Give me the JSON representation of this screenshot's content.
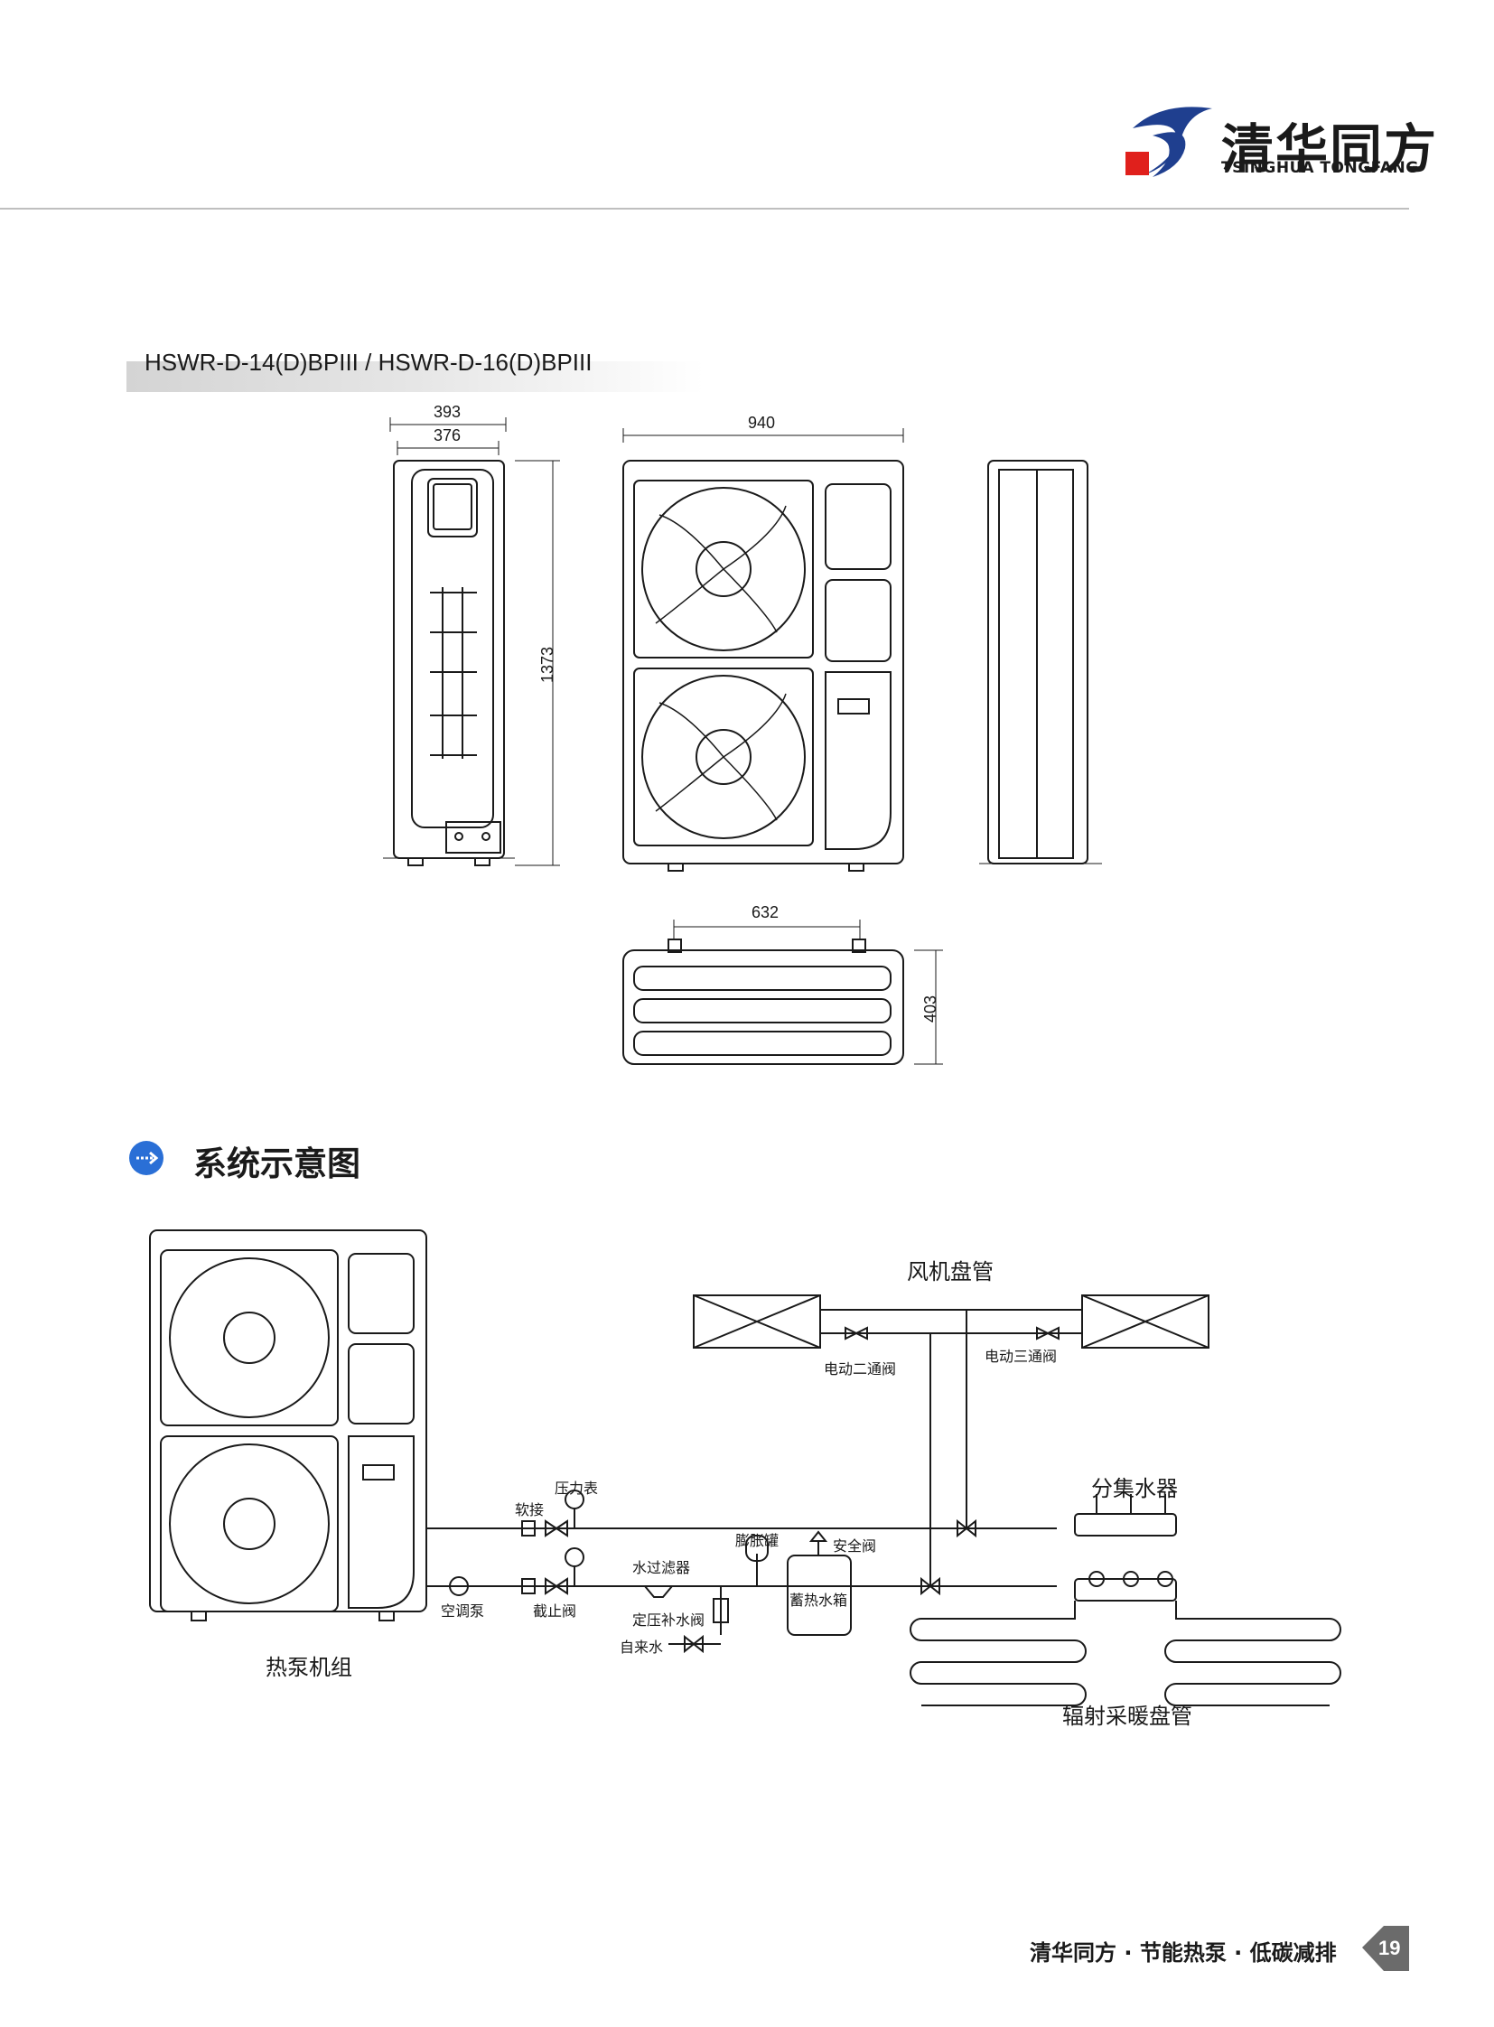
{
  "header": {
    "brand_name_cn": "清华同方",
    "brand_name_en": "TSINGHUA TONGFANG",
    "logo_colors": {
      "blue": "#1f3f8f",
      "red": "#e0201c"
    }
  },
  "model_title": "HSWR-D-14(D)BPIII / HSWR-D-16(D)BPIII",
  "dimensions": {
    "side_outer_width": "393",
    "side_inner_width": "376",
    "height": "1373",
    "front_width": "940",
    "top_span": "632",
    "top_depth": "403"
  },
  "section": {
    "icon": "arrow-circle-icon",
    "title": "系统示意图"
  },
  "diagram": {
    "fan_coil_title": "风机盘管",
    "two_way_valve": "电动二通阀",
    "three_way_valve": "电动三通阀",
    "manifold": "分集水器",
    "soft_joint": "软接",
    "pressure_gauge": "压力表",
    "water_filter": "水过滤器",
    "expansion_tank": "膨胀罐",
    "safety_valve": "安全阀",
    "ac_pump": "空调泵",
    "stop_valve": "截止阀",
    "makeup_valve": "定压补水阀",
    "storage_tank": "蓄热水箱",
    "tap_water": "自来水",
    "heat_pump_unit": "热泵机组",
    "radiant_coil": "辐射采暖盘管"
  },
  "footer": {
    "slogan": "清华同方 · 节能热泵 · 低碳减排",
    "page_number": "19"
  }
}
